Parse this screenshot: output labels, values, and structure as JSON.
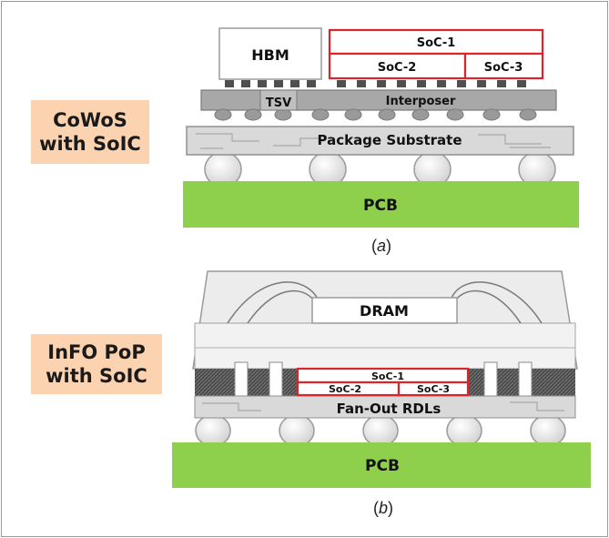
{
  "figure_a": {
    "side_label_line1": "CoWoS",
    "side_label_line2": "with SoIC",
    "hbm": "HBM",
    "soc1": "SoC-1",
    "soc2": "SoC-2",
    "soc3": "SoC-3",
    "tsv": "TSV",
    "interposer": "Interposer",
    "substrate": "Package Substrate",
    "pcb": "PCB",
    "caption_letter": "a"
  },
  "figure_b": {
    "side_label_line1": "InFO PoP",
    "side_label_line2": "with SoIC",
    "dram": "DRAM",
    "soc1": "SoC-1",
    "soc2": "SoC-2",
    "soc3": "SoC-3",
    "rdl": "Fan-Out RDLs",
    "pcb": "PCB",
    "caption_letter": "b"
  },
  "colors": {
    "soc_outline": "#d8262b",
    "pcb": "#8ed04b",
    "label_bg": "#fbd3b0",
    "substrate": "#d9d9d9",
    "interposer": "#a8a8a8",
    "molding": "#ececec"
  }
}
